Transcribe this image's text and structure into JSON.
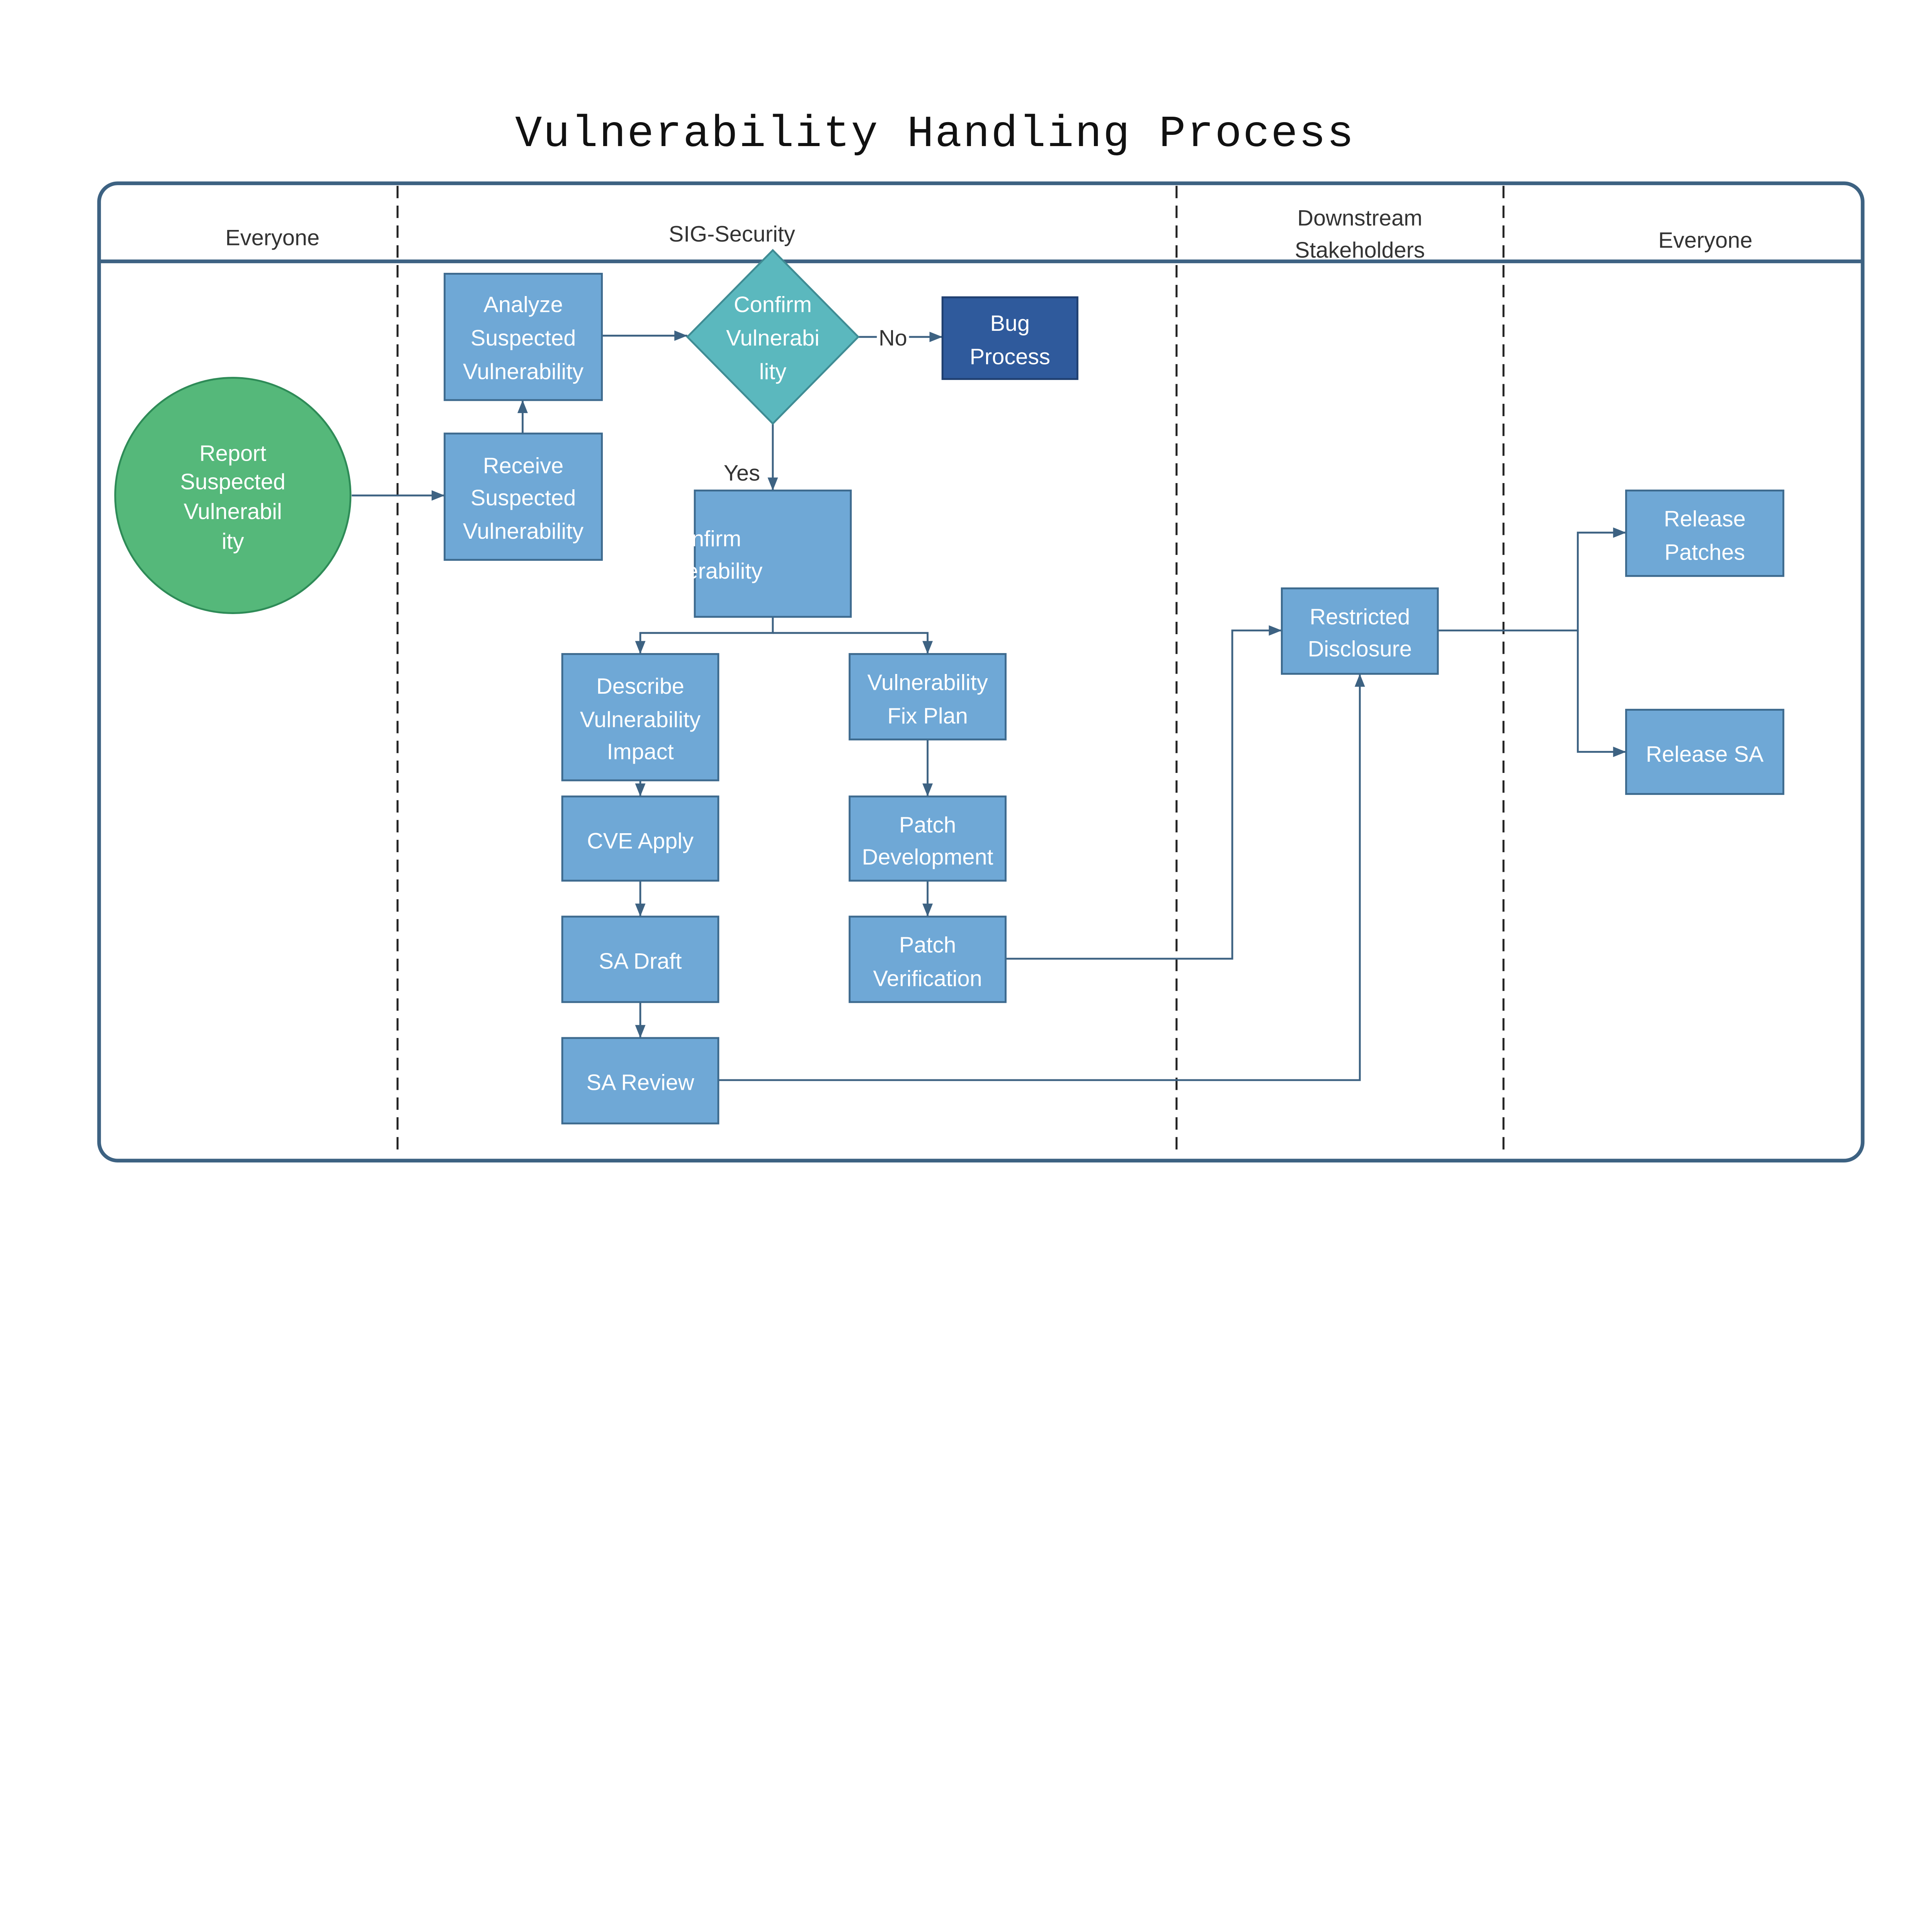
{
  "title": "Vulnerability Handling Process",
  "colors": {
    "frame": "#3d6282",
    "process_fill": "#6fa8d6",
    "process_stroke": "#3d6a8e",
    "start_fill": "#55b87a",
    "decision_fill": "#5bb8be",
    "bug_fill": "#2f5a9c",
    "edge": "#3d6282"
  },
  "lanes": [
    {
      "id": "everyone-1",
      "lines": [
        "Everyone"
      ]
    },
    {
      "id": "sig-security",
      "lines": [
        "SIG-Security"
      ]
    },
    {
      "id": "downstream-stakeholders",
      "lines": [
        "Downstream",
        "Stakeholders"
      ]
    },
    {
      "id": "everyone-2",
      "lines": [
        "Everyone"
      ]
    }
  ],
  "nodes": [
    {
      "id": "report-suspected-vulnerability",
      "shape": "circle",
      "lines": [
        "Report",
        "Suspected",
        "Vulnerabil",
        "ity"
      ]
    },
    {
      "id": "receive-suspected-vulnerability",
      "shape": "process",
      "lines": [
        "Receive",
        "Suspected",
        "Vulnerability"
      ]
    },
    {
      "id": "analyze-suspected-vulnerability",
      "shape": "process",
      "lines": [
        "Analyze",
        "Suspected",
        "Vulnerability"
      ]
    },
    {
      "id": "confirm-vulnerability-decision",
      "shape": "decision",
      "lines": [
        "Confirm",
        "Vulnerabi",
        "lity"
      ]
    },
    {
      "id": "bug-process",
      "shape": "process-dark",
      "lines": [
        "Bug",
        "Process"
      ]
    },
    {
      "id": "confirm-vulnerability",
      "shape": "process",
      "lines": [
        "Confirm",
        "Vulnerability"
      ]
    },
    {
      "id": "describe-vulnerability-impact",
      "shape": "process",
      "lines": [
        "Describe",
        "Vulnerability",
        "Impact"
      ]
    },
    {
      "id": "vulnerability-fix-plan",
      "shape": "process",
      "lines": [
        "Vulnerability",
        "Fix Plan"
      ]
    },
    {
      "id": "cve-apply",
      "shape": "process",
      "lines": [
        "CVE Apply"
      ]
    },
    {
      "id": "patch-development",
      "shape": "process",
      "lines": [
        "Patch",
        "Development"
      ]
    },
    {
      "id": "sa-draft",
      "shape": "process",
      "lines": [
        "SA Draft"
      ]
    },
    {
      "id": "patch-verification",
      "shape": "process",
      "lines": [
        "Patch",
        "Verification"
      ]
    },
    {
      "id": "sa-review",
      "shape": "process",
      "lines": [
        "SA Review"
      ]
    },
    {
      "id": "restricted-disclosure",
      "shape": "process",
      "lines": [
        "Restricted",
        "Disclosure"
      ]
    },
    {
      "id": "release-patches",
      "shape": "process",
      "lines": [
        "Release",
        "Patches"
      ]
    },
    {
      "id": "release-sa",
      "shape": "process",
      "lines": [
        "Release SA"
      ]
    }
  ],
  "edges": [
    {
      "from": "report-suspected-vulnerability",
      "to": "receive-suspected-vulnerability",
      "label": ""
    },
    {
      "from": "receive-suspected-vulnerability",
      "to": "analyze-suspected-vulnerability",
      "label": ""
    },
    {
      "from": "analyze-suspected-vulnerability",
      "to": "confirm-vulnerability-decision",
      "label": ""
    },
    {
      "from": "confirm-vulnerability-decision",
      "to": "bug-process",
      "label": "No"
    },
    {
      "from": "confirm-vulnerability-decision",
      "to": "confirm-vulnerability",
      "label": "Yes"
    },
    {
      "from": "confirm-vulnerability",
      "to": "describe-vulnerability-impact",
      "label": ""
    },
    {
      "from": "confirm-vulnerability",
      "to": "vulnerability-fix-plan",
      "label": ""
    },
    {
      "from": "describe-vulnerability-impact",
      "to": "cve-apply",
      "label": ""
    },
    {
      "from": "cve-apply",
      "to": "sa-draft",
      "label": ""
    },
    {
      "from": "sa-draft",
      "to": "sa-review",
      "label": ""
    },
    {
      "from": "vulnerability-fix-plan",
      "to": "patch-development",
      "label": ""
    },
    {
      "from": "patch-development",
      "to": "patch-verification",
      "label": ""
    },
    {
      "from": "patch-verification",
      "to": "restricted-disclosure",
      "label": ""
    },
    {
      "from": "sa-review",
      "to": "restricted-disclosure",
      "label": ""
    },
    {
      "from": "restricted-disclosure",
      "to": "release-patches",
      "label": ""
    },
    {
      "from": "restricted-disclosure",
      "to": "release-sa",
      "label": ""
    }
  ]
}
